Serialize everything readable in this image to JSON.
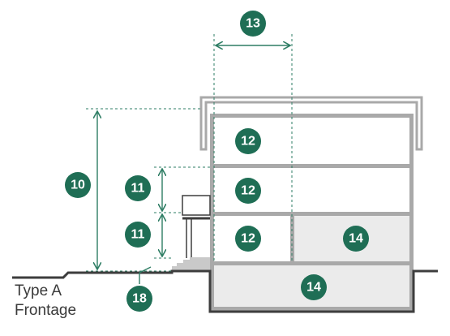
{
  "colors": {
    "badge": "#1f6e55",
    "dimension": "#2e7d64",
    "wall": "#a9a9a9",
    "ground": "#3d3d3d",
    "fill": "#ebebeb"
  },
  "caption": {
    "line1": "Type A",
    "line2": "Frontage"
  },
  "badges": {
    "b13": "13",
    "b10": "10",
    "b11_upper": "11",
    "b11_lower": "11",
    "b12_top": "12",
    "b12_mid": "12",
    "b12_ground": "12",
    "b14_ground": "14",
    "b14_basement": "14",
    "b18": "18"
  }
}
